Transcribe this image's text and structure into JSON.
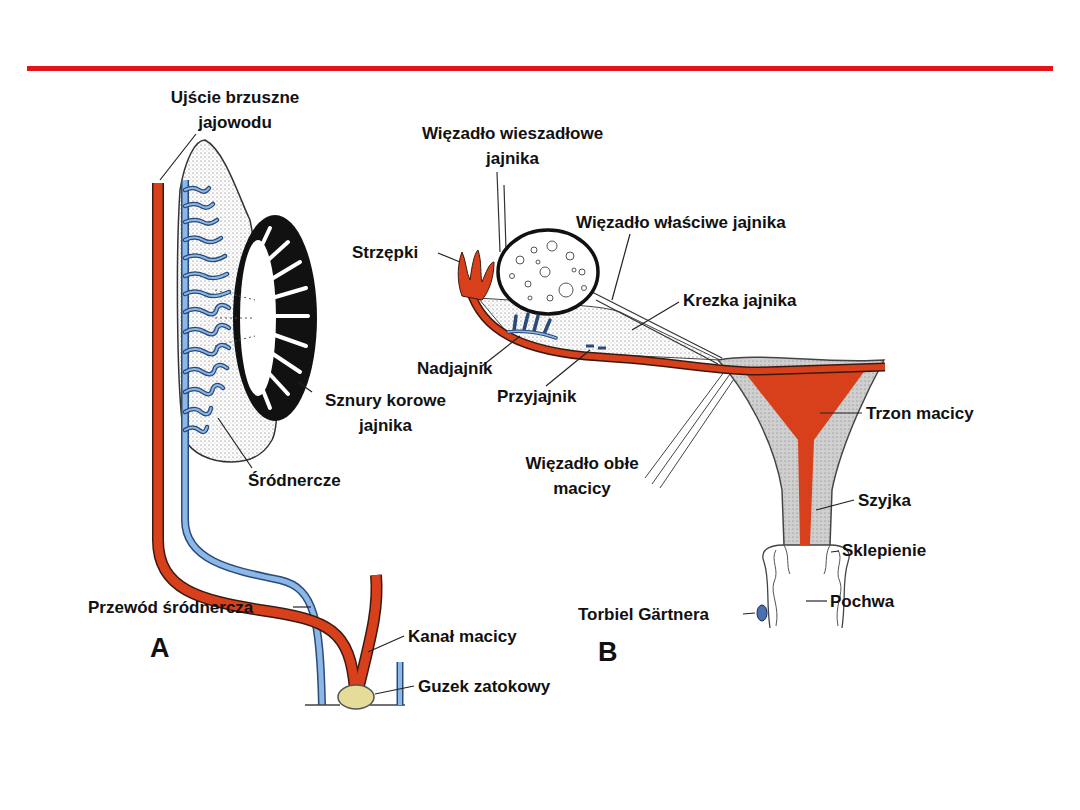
{
  "diagram": {
    "labels": [
      "Ujście brzuszne jajowodu",
      "Więzadło wieszadłowe jajnika",
      "Więzadło właściwe jajnika",
      "Strzępki",
      "Krezka jajnika",
      "Nadjajnik",
      "Przyjajnik",
      "Sznury korowe jajnika",
      "Trzon macicy",
      "Śródnercze",
      "Więzadło obłe macicy",
      "Szyjka",
      "Sklepienie",
      "Torbiel Gärtnera",
      "Pochwa",
      "Przewód śródnercza",
      "Kanał macicy",
      "A",
      "B",
      "Guzek zatokowy"
    ]
  }
}
